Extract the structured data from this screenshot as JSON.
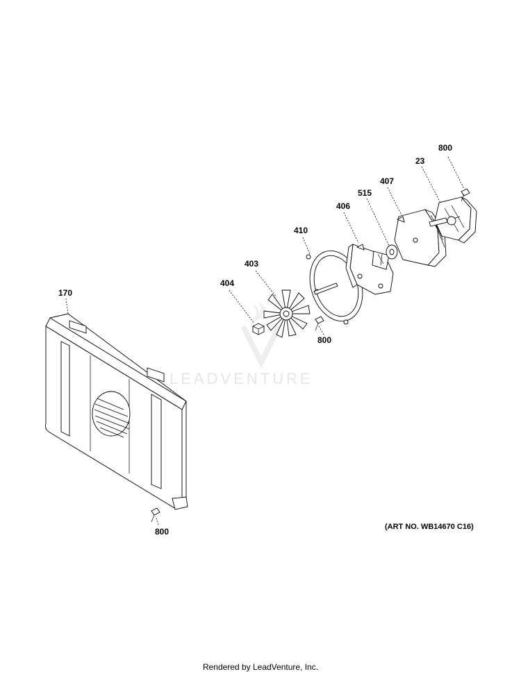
{
  "watermark": {
    "brand": "LEADVENTURE",
    "logo_icon": "leadventure-logo-icon"
  },
  "art_number": "(ART NO. WB14670 C16)",
  "footer": "Rendered by LeadVenture, Inc.",
  "callouts": {
    "c800_top": "800",
    "c23": "23",
    "c407": "407",
    "c515": "515",
    "c406": "406",
    "c410": "410",
    "c403": "403",
    "c404": "404",
    "c800_mid": "800",
    "c170": "170",
    "c800_bottom": "800"
  }
}
